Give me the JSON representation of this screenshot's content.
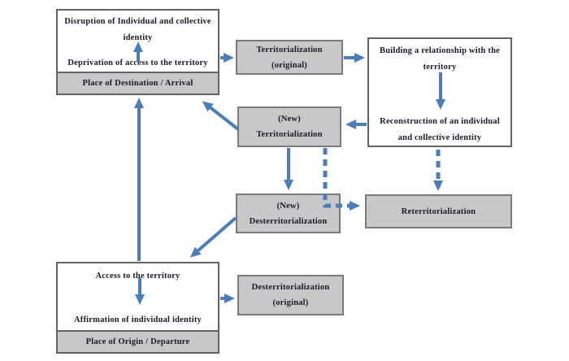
{
  "diagram": {
    "title": "Territorialization / Desterritorialization cycle diagram",
    "colors": {
      "arrow_blue": "#4a7ebb",
      "box_fill_gray": "#c8c8c8",
      "box_border": "#6e6e6e",
      "text": "#1b1b26",
      "background": "#ffffff"
    },
    "nodes": {
      "destination": {
        "line1": "Disruption of Individual and collective",
        "line2": "identity",
        "line3": "Deprivation of access to the territory",
        "footer": "Place of Destination / Arrival"
      },
      "territorialization_original": {
        "line1": "Territorialization",
        "line2": "(original)"
      },
      "building": {
        "line1": "Building a relationship with the",
        "line2": "territory",
        "line3": "Reconstruction of an individual",
        "line4": "and collective identity"
      },
      "new_territorialization": {
        "line1": "(New)",
        "line2": "Territorialization"
      },
      "new_desterritorialization": {
        "line1": "(New)",
        "line2": "Desterritorialization"
      },
      "reterritorialization": {
        "label": "Reterritorialization"
      },
      "origin": {
        "line1": "Access to the territory",
        "line2": "Affirmation of individual identity",
        "footer": "Place of Origin / Departure"
      },
      "desterritorialization_original": {
        "line1": "Desterritorialization",
        "line2": "(original)"
      }
    },
    "edges": [
      {
        "from": "deprivation-of-access",
        "to": "disruption-of-identity",
        "style": "solid",
        "location": "inside destination box, pointing up"
      },
      {
        "from": "destination-box",
        "to": "territorialization-original",
        "style": "solid"
      },
      {
        "from": "territorialization-original",
        "to": "building-relationship",
        "style": "solid"
      },
      {
        "from": "building-relationship",
        "to": "reconstruction-of-identity",
        "style": "solid",
        "location": "inside building box, pointing down"
      },
      {
        "from": "reconstruction-of-identity",
        "to": "new-territorialization",
        "style": "solid"
      },
      {
        "from": "new-territorialization",
        "to": "destination-box",
        "style": "solid",
        "location": "diagonal up-left"
      },
      {
        "from": "new-territorialization",
        "to": "new-desterritorialization",
        "style": "solid"
      },
      {
        "from": "new-territorialization",
        "to": "reterritorialization",
        "style": "dashed",
        "location": "elbow down then right"
      },
      {
        "from": "reconstruction-of-identity",
        "to": "reterritorialization",
        "style": "dashed",
        "location": "vertical down"
      },
      {
        "from": "origin-box",
        "to": "destination-box",
        "style": "solid",
        "location": "long vertical up"
      },
      {
        "from": "new-desterritorialization",
        "to": "origin-box",
        "style": "solid",
        "location": "diagonal down-left"
      },
      {
        "from": "access-to-territory",
        "to": "affirmation-of-identity",
        "style": "solid",
        "location": "inside origin box, pointing down"
      },
      {
        "from": "origin-box",
        "to": "desterritorialization-original",
        "style": "solid"
      }
    ]
  }
}
